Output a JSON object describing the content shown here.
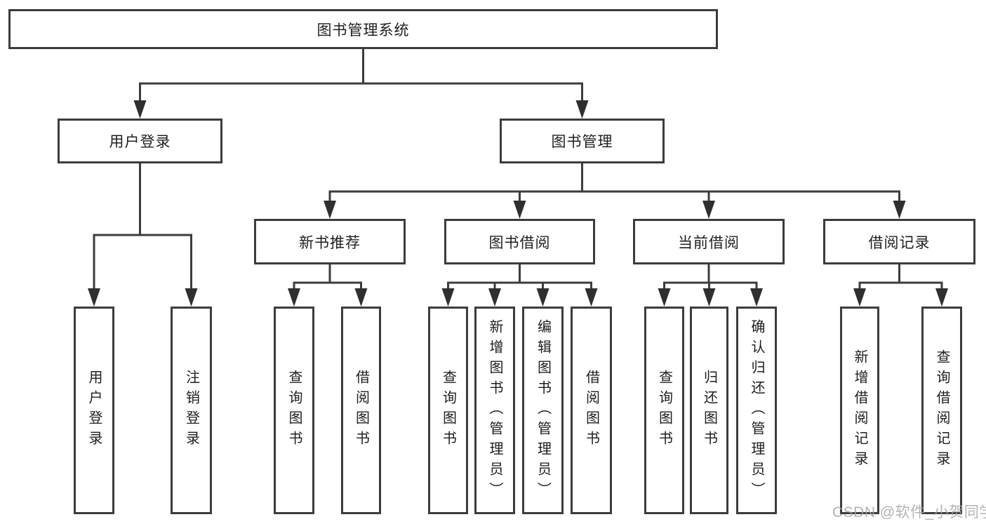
{
  "nodes": {
    "root": "图书管理系统",
    "user_login": "用户登录",
    "book_management": "图书管理",
    "new_book_recommend": "新书推荐",
    "book_borrow": "图书借阅",
    "current_borrow": "当前借阅",
    "borrow_records": "借阅记录",
    "user_login_leaf": "用户登录",
    "logout_leaf": "注销登录",
    "recommend_query_books": "查询图书",
    "recommend_borrow_books": "借阅图书",
    "borrow_query_books": "查询图书",
    "borrow_add_books": "新增图书（管理员）",
    "borrow_edit_books": "编辑图书（管理员）",
    "borrow_borrow_books": "借阅图书",
    "current_query_books": "查询图书",
    "current_return_books": "归还图书",
    "current_confirm_return": "确认归还（管理员）",
    "records_add_record": "新增借阅记录",
    "records_query_record": "查询借阅记录"
  },
  "hierarchy": {
    "root": [
      "user_login",
      "book_management"
    ],
    "user_login": [
      "user_login_leaf",
      "logout_leaf"
    ],
    "book_management": [
      "new_book_recommend",
      "book_borrow",
      "current_borrow",
      "borrow_records"
    ],
    "new_book_recommend": [
      "recommend_query_books",
      "recommend_borrow_books"
    ],
    "book_borrow": [
      "borrow_query_books",
      "borrow_add_books",
      "borrow_edit_books",
      "borrow_borrow_books"
    ],
    "current_borrow": [
      "current_query_books",
      "current_return_books",
      "current_confirm_return"
    ],
    "borrow_records": [
      "records_add_record",
      "records_query_record"
    ]
  },
  "watermark": {
    "text": "CSDN @软件_小贺同学",
    "color": "#a2a2a2"
  },
  "colors": {
    "box_border": "#3c3c3c",
    "box_fill": "#ffffff",
    "connector_line": "#3c3c3c",
    "arrowhead": "#2f2f2f",
    "text": "#1e1e1e",
    "background": "#ffffff"
  }
}
